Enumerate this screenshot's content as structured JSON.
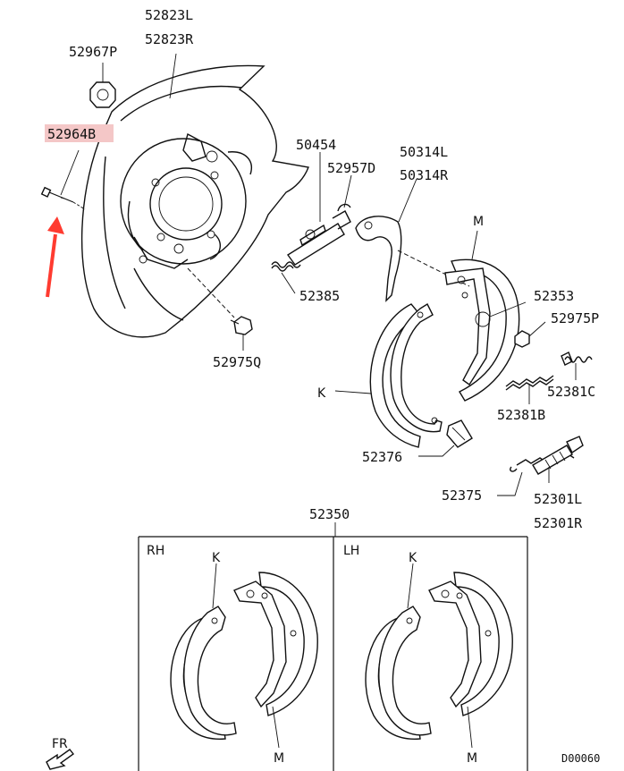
{
  "parts": {
    "p52823": [
      "52823L",
      "52823R"
    ],
    "p52967p": "52967P",
    "p52964b": "52964B",
    "p50454": "50454",
    "p52957d": "52957D",
    "p50314": [
      "50314L",
      "50314R"
    ],
    "m_top": "M",
    "p52385": "52385",
    "p52353": "52353",
    "p52975p": "52975P",
    "p52975q": "52975Q",
    "k_top": "K",
    "p52381c": "52381C",
    "p52381b": "52381B",
    "p52376": "52376",
    "p52375": "52375",
    "p52301": [
      "52301L",
      "52301R"
    ],
    "p52350": "52350"
  },
  "assembly": {
    "rh_label": "RH",
    "lh_label": "LH",
    "rh_k": "K",
    "rh_m": "M",
    "lh_k": "K",
    "lh_m": "M"
  },
  "footer": {
    "front_label": "FR",
    "code": "D00060"
  },
  "colors": {
    "highlight": "#f4c7c7",
    "arrow": "#ff3b30",
    "line": "#111111"
  }
}
